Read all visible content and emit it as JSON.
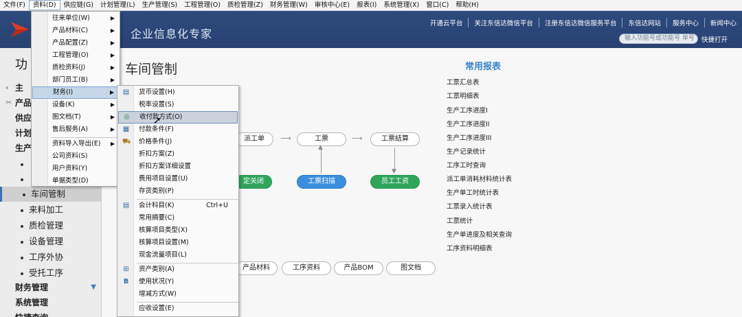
{
  "menubar": [
    {
      "label": "文件(F)"
    },
    {
      "label": "资料(D)",
      "active": true
    },
    {
      "label": "供应链(G)"
    },
    {
      "label": "计划管理(L)"
    },
    {
      "label": "生产管理(S)"
    },
    {
      "label": "工程管理(O)"
    },
    {
      "label": "质检管理(Z)"
    },
    {
      "label": "财务管理(W)"
    },
    {
      "label": "审核中心(E)"
    },
    {
      "label": "报表(I)"
    },
    {
      "label": "系统管理(X)"
    },
    {
      "label": "窗口(C)"
    },
    {
      "label": "帮助(H)"
    }
  ],
  "banner": {
    "slogan": "企业信息化专家",
    "links": [
      "开通云平台",
      "关注东信达微信平台",
      "注册东信达微信服务平台",
      "东信达网站",
      "服务中心",
      "新闻中心"
    ],
    "search_placeholder": "输入功能号或功能号 单号",
    "search_label": "快捷打开"
  },
  "leftnav": {
    "title": "功",
    "rows": [
      "主",
      "产品",
      "供应",
      "计划",
      "生产"
    ],
    "subitems": [
      "车间管制",
      "来料加工",
      "质检管理",
      "设备管理",
      "工序外协",
      "受托工序"
    ],
    "sections": [
      "财务管理",
      "系统管理",
      "快捷查询"
    ]
  },
  "main": {
    "title": "车间管制",
    "flow": {
      "dispatch": "派工单",
      "ticket": "工票",
      "settle": "工票结算",
      "fixed_close": "定关闭",
      "scan": "工票扫描",
      "wage": "员工工资",
      "bottom": [
        "产品材料",
        "工序资料",
        "产品BOM",
        "图文档"
      ]
    },
    "reports_title": "常用报表",
    "reports": [
      "工票汇总表",
      "工票明细表",
      "生产工序进度I",
      "生产工序进度II",
      "生产工序进度III",
      "生产记录统计",
      "工序工时查询",
      "派工单消耗材料统计表",
      "生产单工时统计表",
      "工票录入统计表",
      "工票统计",
      "生产单进度及相关查询",
      "工序资料明细表"
    ]
  },
  "menu1": [
    {
      "label": "往来单位(W)",
      "arrow": true
    },
    {
      "label": "产品材料(C)",
      "arrow": true
    },
    {
      "label": "产品配置(Z)",
      "arrow": true
    },
    {
      "label": "工程管理(O)",
      "arrow": true
    },
    {
      "label": "质检资料(J)",
      "arrow": true
    },
    {
      "label": "部门员工(B)",
      "arrow": true
    },
    {
      "label": "财务(I)",
      "arrow": true,
      "highlight": true
    },
    {
      "label": "设备(K)",
      "arrow": true
    },
    {
      "label": "图文档(T)",
      "arrow": true
    },
    {
      "label": "售后服务(A)",
      "arrow": true
    },
    {
      "label": "资料导入导出(E)",
      "arrow": true
    },
    {
      "label": "公司资料(S)"
    },
    {
      "label": "用户资料(Y)"
    },
    {
      "label": "单据类型(D)"
    }
  ],
  "menu2": [
    {
      "label": "货币设置(H)",
      "icon": "▤"
    },
    {
      "label": "税率设置(S)"
    },
    {
      "label": "收付款方式(O)",
      "icon": "◎",
      "highlight": true
    },
    {
      "label": "付款条件(F)",
      "icon": "▦"
    },
    {
      "label": "价格条件(J)",
      "icon": "⛟"
    },
    {
      "label": "折扣方案(Z)"
    },
    {
      "label": "折扣方案详细设置"
    },
    {
      "label": "费用项目设置(U)"
    },
    {
      "label": "存货类别(P)"
    },
    {
      "label": "会计科目(K)",
      "icon": "▤",
      "shortcut": "Ctrl+U"
    },
    {
      "label": "常用摘要(C)"
    },
    {
      "label": "核算项目类型(X)"
    },
    {
      "label": "核算项目设置(M)"
    },
    {
      "label": "现金流量项目(L)"
    },
    {
      "label": "资产类别(A)",
      "icon": "⊞"
    },
    {
      "label": "使用状况(Y)",
      "icon": "B"
    },
    {
      "label": "增减方式(W)"
    },
    {
      "label": "应收设置(E)"
    }
  ]
}
